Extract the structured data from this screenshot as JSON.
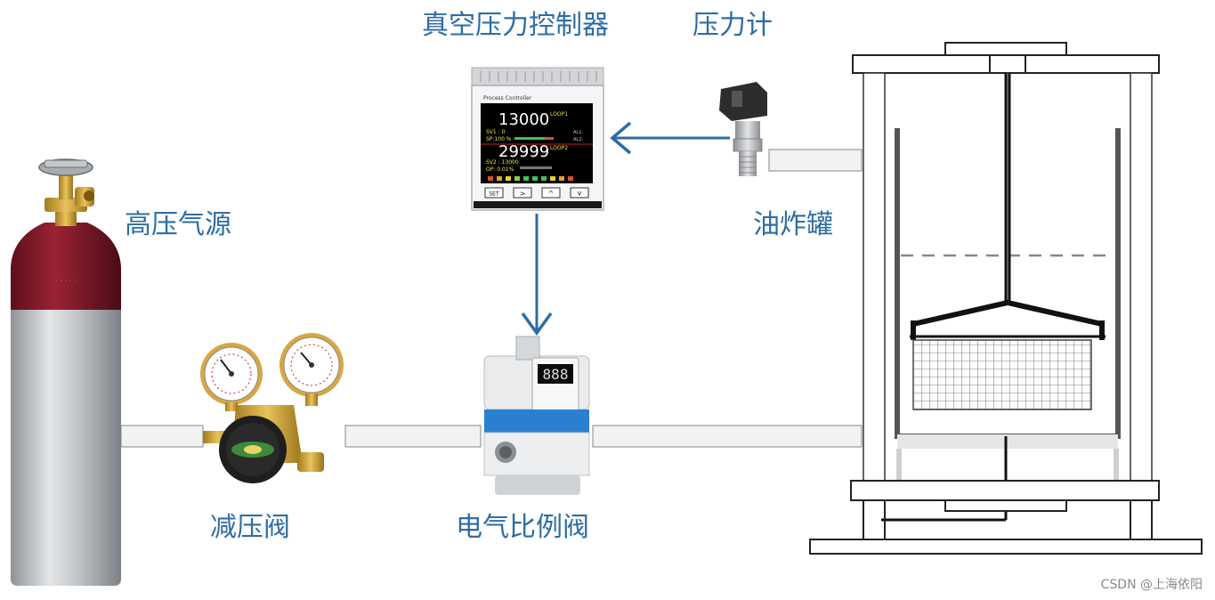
{
  "labels": {
    "controller": "真空压力控制器",
    "gauge": "压力计",
    "source": "高压气源",
    "regulator": "减压阀",
    "prop_valve": "电气比例阀",
    "fryer": "油炸罐"
  },
  "controller_panel": {
    "header": "Process Controller",
    "pv1": "13000",
    "loop1": "LOOP1",
    "sv1": "SV1 : 0",
    "sp1": "SP:100 %",
    "al1": "AL1:",
    "al2": "AL2:",
    "pv2": "29999",
    "loop2": "LOOP2",
    "sv2": "SV2 : 13000",
    "op2": "OP: 0.01%",
    "btn_set": "SET",
    "btn_right": ">",
    "btn_up": "^",
    "btn_down": "v"
  },
  "valve_display": "888",
  "watermark": "CSDN @上海依阳",
  "colors": {
    "label": "#2e6da4",
    "arrow": "#2e6da4",
    "pipe_fill": "#f2f2f2",
    "pipe_stroke": "#9a9a9a",
    "tank_line": "#222222",
    "cylinder_top": "#8b1a2b",
    "cylinder_body": "#c0c3c6",
    "valve_blue": "#2a7fd0"
  }
}
